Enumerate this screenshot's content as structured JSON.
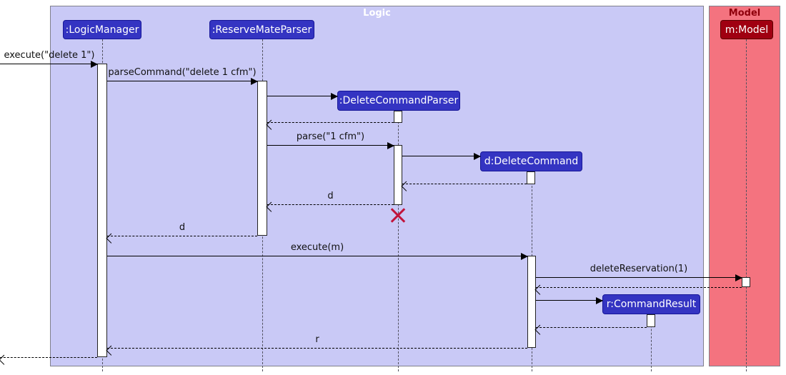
{
  "diagram_type": "uml-sequence-diagram",
  "frames": {
    "logic": {
      "label": "Logic"
    },
    "model": {
      "label": "Model"
    }
  },
  "participants": {
    "logic_manager": {
      "label": ":LogicManager"
    },
    "reserve_mate_parser": {
      "label": ":ReserveMateParser"
    },
    "delete_command_parser": {
      "label": ":DeleteCommandParser"
    },
    "delete_command": {
      "label": "d:DeleteCommand"
    },
    "command_result": {
      "label": "r:CommandResult"
    },
    "model": {
      "label": "m:Model"
    }
  },
  "messages": {
    "execute_delete": {
      "label": "execute(\"delete 1\")"
    },
    "parse_command": {
      "label": "parseCommand(\"delete 1 cfm\")"
    },
    "parse": {
      "label": "parse(\"1 cfm\")"
    },
    "return_d_to_parser": {
      "label": "d"
    },
    "return_d_to_logic": {
      "label": "d"
    },
    "execute_m": {
      "label": "execute(m)"
    },
    "delete_reservation": {
      "label": "deleteReservation(1)"
    },
    "return_r": {
      "label": "r"
    }
  },
  "colors": {
    "logic_frame_bg": "#c9c9f6",
    "model_frame_bg": "#f4737f",
    "participant_blue": "#3434c2",
    "participant_dark_red": "#a00011",
    "destroy_x": "#c1143c",
    "frame_border": "#80808c",
    "logic_title_text": "#ffffff",
    "model_title_text": "#8f000c"
  }
}
